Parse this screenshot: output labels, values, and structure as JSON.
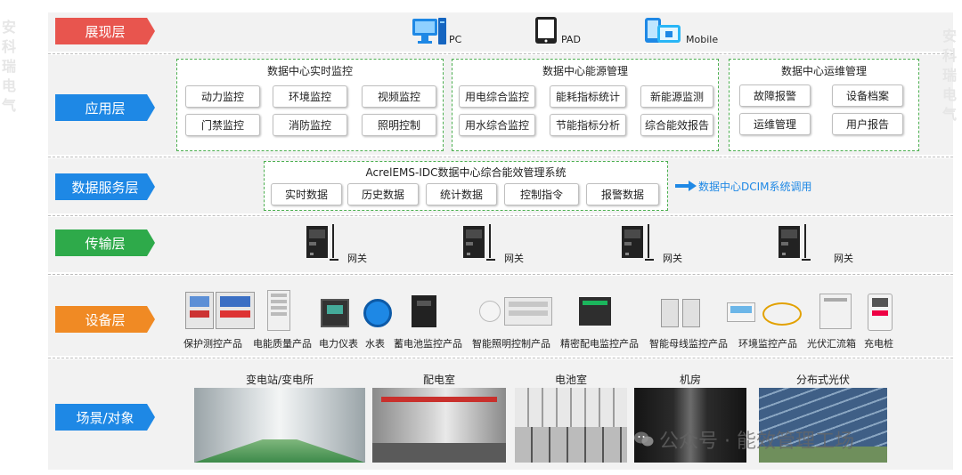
{
  "layers": {
    "presentation": {
      "label": "展现层",
      "color": "#e8554e"
    },
    "application": {
      "label": "应用层",
      "color": "#1e88e5"
    },
    "data_service": {
      "label": "数据服务层",
      "color": "#1e88e5"
    },
    "transport": {
      "label": "传输层",
      "color": "#2eaa4a"
    },
    "device": {
      "label": "设备层",
      "color": "#f08a24"
    },
    "scene": {
      "label": "场景/对象",
      "color": "#1e88e5"
    }
  },
  "presentation": {
    "pc": "PC",
    "pad": "PAD",
    "mobile": "Mobile"
  },
  "application": {
    "realtime": {
      "title": "数据中心实时监控",
      "items": [
        "动力监控",
        "环境监控",
        "视频监控",
        "门禁监控",
        "消防监控",
        "照明控制"
      ]
    },
    "energy": {
      "title": "数据中心能源管理",
      "items": [
        "用电综合监控",
        "能耗指标统计",
        "新能源监测",
        "用水综合监控",
        "节能指标分析",
        "综合能效报告"
      ]
    },
    "ops": {
      "title": "数据中心运维管理",
      "items": [
        "故障报警",
        "设备档案",
        "运维管理",
        "用户报告"
      ]
    }
  },
  "data_service": {
    "title": "AcrelEMS-IDC数据中心综合能效管理系统",
    "items": [
      "实时数据",
      "历史数据",
      "统计数据",
      "控制指令",
      "报警数据"
    ],
    "dcim_note": "数据中心DCIM系统调用"
  },
  "transport": {
    "gateway_label": "网关"
  },
  "devices": [
    "保护测控产品",
    "电能质量产品",
    "电力仪表",
    "水表",
    "蓄电池监控产品",
    "智能照明控制产品",
    "精密配电监控产品",
    "智能母线监控产品",
    "环境监控产品",
    "光伏汇流箱",
    "充电桩"
  ],
  "scenes": [
    "变电站/变电所",
    "配电室",
    "电池室",
    "机房",
    "分布式光伏"
  ],
  "watermark": {
    "text": "公众号 · 能效管理工场",
    "side": "安科瑞电气"
  },
  "colors": {
    "dashed_green": "#4caf50",
    "arrow": "#1e88e5",
    "band": "#f2f2f2"
  }
}
